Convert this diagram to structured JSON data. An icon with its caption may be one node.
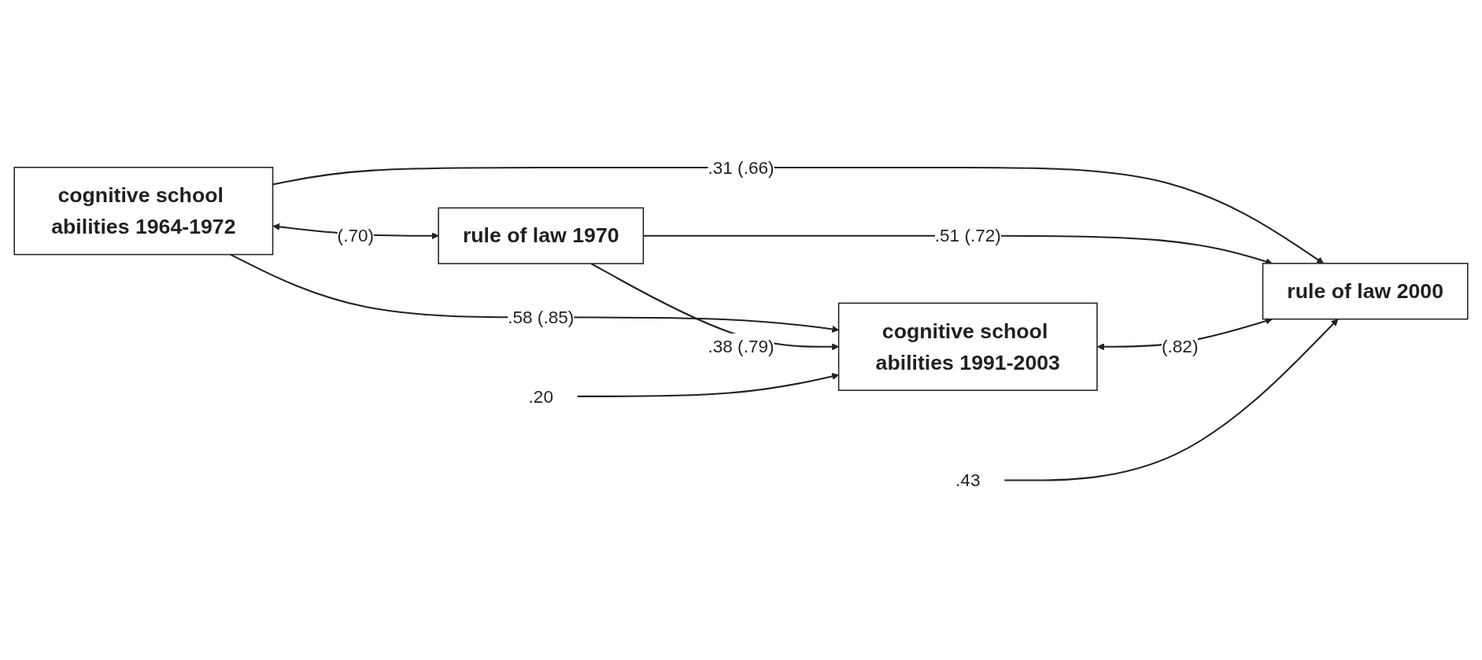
{
  "diagram": {
    "nodes": [
      {
        "text": [
          "cognitive school abilities 1964-1972"
        ]
      },
      {
        "text": [
          "cognitive school abilities 1991-2003"
        ]
      },
      {
        "text": [
          ".20"
        ]
      },
      {
        "text": [
          "rule of law 1970"
        ]
      },
      {
        "text": [
          "rule of law 2000"
        ]
      },
      {
        "text": [
          ".43"
        ]
      }
    ],
    "edges": [
      {
        "from": 0,
        "to": 1,
        "arrow": "to",
        "label": ".58 (.85)"
      },
      {
        "from": 0,
        "to": 4,
        "arrow": "to",
        "label": ".31 (.66)"
      },
      {
        "from": 3,
        "to": 1,
        "arrow": "to",
        "label": ".38 (.79)"
      },
      {
        "from": 3,
        "to": 4,
        "arrow": "to",
        "label": ".51 (.72)"
      },
      {
        "from": 0,
        "to": 3,
        "arrow": "both",
        "label": "(.70)"
      },
      {
        "from": 1,
        "to": 4,
        "arrow": "both",
        "label": "(.82)"
      },
      {
        "from": 2,
        "to": 1,
        "arrow": "to"
      },
      {
        "from": 5,
        "to": 4,
        "arrow": "to"
      }
    ]
  }
}
